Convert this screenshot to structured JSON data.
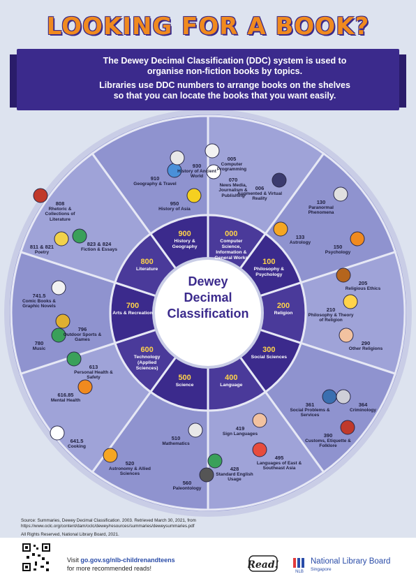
{
  "title": "LOOKING FOR A BOOK?",
  "banner": {
    "line1": "The Dewey Decimal Classification (DDC) system is used to",
    "line2": "organise non-fiction books by topics.",
    "line3": "Libraries use DDC numbers to arrange books on the shelves",
    "line4": "so that you can locate the books that you want easily."
  },
  "center": {
    "line1": "Dewey",
    "line2": "Decimal",
    "line3": "Classification"
  },
  "classes": [
    {
      "num": "000",
      "name": "Computer Science, Information & General Works"
    },
    {
      "num": "100",
      "name": "Philosophy & Psychology"
    },
    {
      "num": "200",
      "name": "Religion"
    },
    {
      "num": "300",
      "name": "Social Sciences"
    },
    {
      "num": "400",
      "name": "Language"
    },
    {
      "num": "500",
      "name": "Science"
    },
    {
      "num": "600",
      "name": "Technology (Applied Sciences)"
    },
    {
      "num": "700",
      "name": "Arts & Recreation"
    },
    {
      "num": "800",
      "name": "Literature"
    },
    {
      "num": "900",
      "name": "History & Geography"
    }
  ],
  "subjects": [
    {
      "num": "005",
      "name": "Computer Programming"
    },
    {
      "num": "006",
      "name": "Augmented & Virtual Reality"
    },
    {
      "num": "070",
      "name": "News Media, Journalism & Publishing"
    },
    {
      "num": "130",
      "name": "Paranormal Phenomena"
    },
    {
      "num": "133",
      "name": "Astrology"
    },
    {
      "num": "150",
      "name": "Psychology"
    },
    {
      "num": "205",
      "name": "Religious Ethics"
    },
    {
      "num": "210",
      "name": "Philosophy & Theory of Religion"
    },
    {
      "num": "290",
      "name": "Other Religions"
    },
    {
      "num": "361",
      "name": "Social Problems & Services"
    },
    {
      "num": "364",
      "name": "Criminology"
    },
    {
      "num": "390",
      "name": "Customs, Etiquette & Folklore"
    },
    {
      "num": "495",
      "name": "Languages of East & Southeast Asia"
    },
    {
      "num": "419",
      "name": "Sign Languages"
    },
    {
      "num": "428",
      "name": "Standard English Usage"
    },
    {
      "num": "510",
      "name": "Mathematics"
    },
    {
      "num": "520",
      "name": "Astronomy & Allied Sciences"
    },
    {
      "num": "560",
      "name": "Paleontology"
    },
    {
      "num": "613",
      "name": "Personal Health & Safety"
    },
    {
      "num": "616.85",
      "name": "Mental Health"
    },
    {
      "num": "641.5",
      "name": "Cooking"
    },
    {
      "num": "741.5",
      "name": "Comic Books & Graphic Novels"
    },
    {
      "num": "796",
      "name": "Outdoor Sports & Games"
    },
    {
      "num": "780",
      "name": "Music"
    },
    {
      "num": "808",
      "name": "Rhetoric & Collections of Literature"
    },
    {
      "num": "811 & 821",
      "name": "Poetry"
    },
    {
      "num": "823 & 824",
      "name": "Fiction & Essays"
    },
    {
      "num": "910",
      "name": "Geography & Travel"
    },
    {
      "num": "930",
      "name": "History of Ancient World"
    },
    {
      "num": "950",
      "name": "History of Asia"
    }
  ],
  "source": {
    "line1": "Source: Summaries, Dewey Decimal Classification. 2003. Retrieved March 30, 2021, from",
    "line2": "https://www.oclc.org/content/dam/oclc/dewey/resources/summaries/deweysummaries.pdf"
  },
  "rights": "All Rights Reserved, National Library Board, 2021.",
  "footer": {
    "visit_prefix": "Visit ",
    "visit_link": "go.gov.sg/nlb-childrenandteens",
    "visit_line2": "for more recommended reads!",
    "read_logo": "Read!",
    "nlb_short": "NLB",
    "nlb_name": "National Library Board",
    "nlb_country": "Singapore"
  },
  "colors": {
    "title": "#f08a1f",
    "banner": "#3b2a8c",
    "outer_ring": "#7d80c6",
    "inner_ring": "#3b2a8c",
    "accent_number": "#ffd34a"
  }
}
